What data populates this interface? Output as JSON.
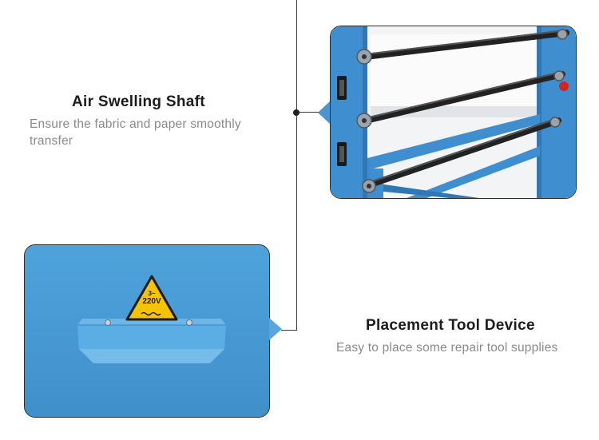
{
  "features": [
    {
      "title": "Air Swelling Shaft",
      "description": "Ensure the fabric and paper smoothly transfer"
    },
    {
      "title": "Placement Tool Device",
      "description": "Easy to place some repair tool supplies"
    }
  ],
  "warning_label": {
    "line1": "3~",
    "line2": "220V"
  },
  "colors": {
    "machine_blue": "#4a94d0",
    "title_text": "#1c1c1c",
    "description_text": "#8a8a8a",
    "warning_yellow": "#f5c400"
  }
}
